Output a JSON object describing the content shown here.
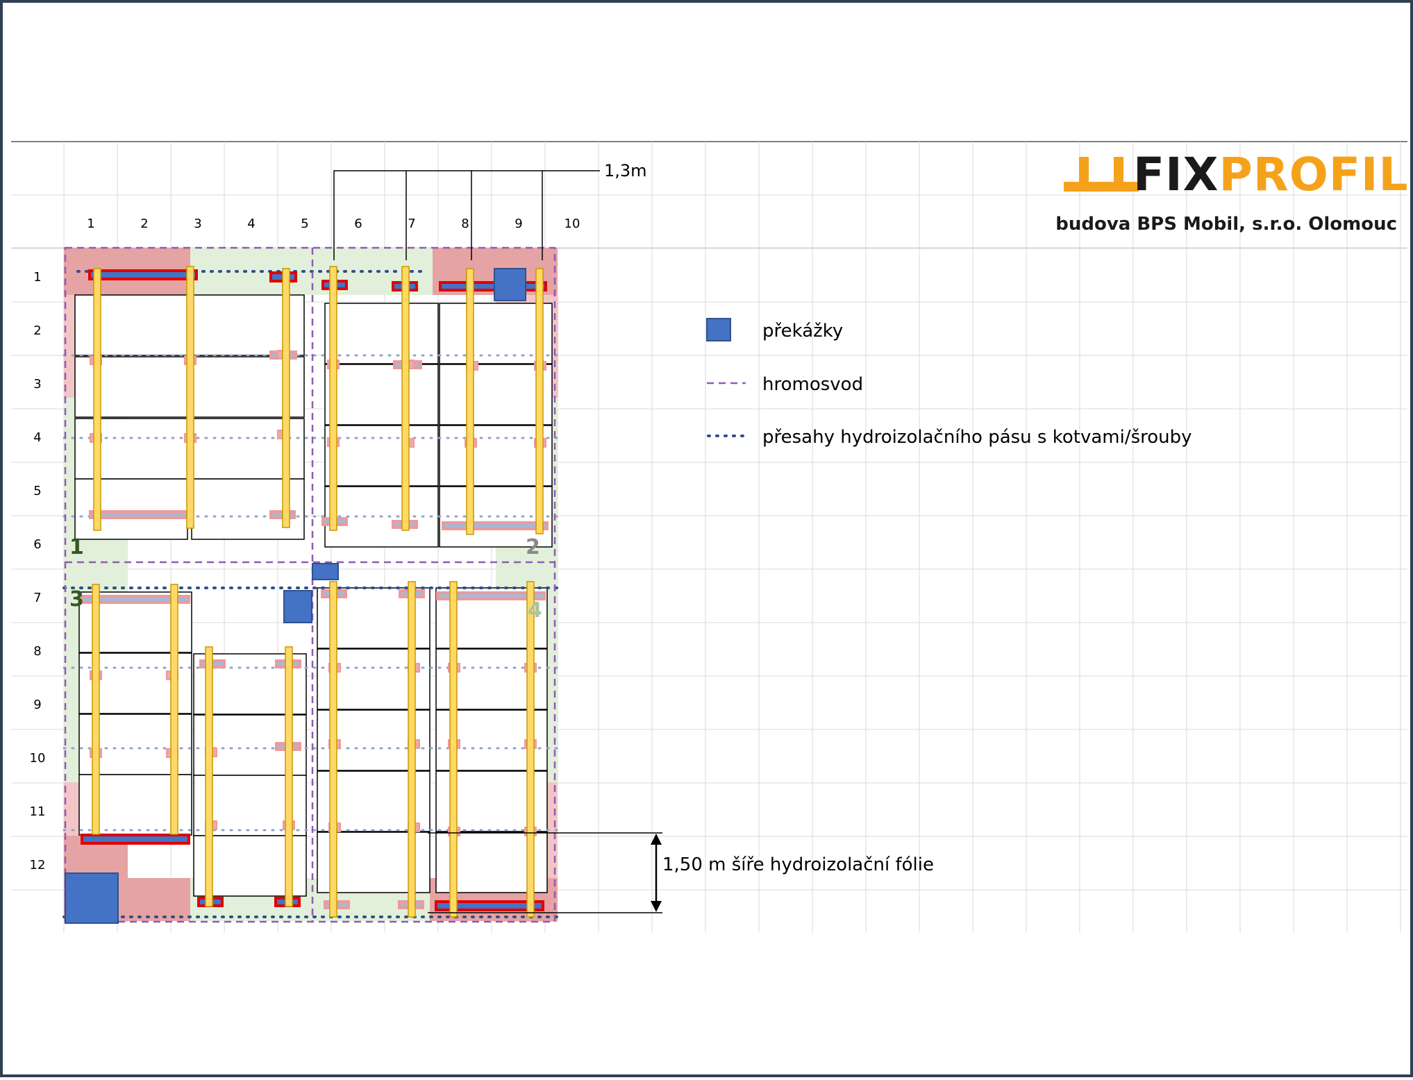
{
  "columns": [
    "1",
    "2",
    "3",
    "4",
    "5",
    "6",
    "7",
    "8",
    "9",
    "10"
  ],
  "rows": [
    "1",
    "2",
    "3",
    "4",
    "5",
    "6",
    "7",
    "8",
    "9",
    "10",
    "11",
    "12"
  ],
  "logo": {
    "part1": "FIX",
    "part2": "PROFIL",
    "color_dark": "#1a1a1a",
    "color_accent": "#f5a21b"
  },
  "building_label": "budova BPS Mobil, s.r.o. Olomouc",
  "dimension_top": "1,3m",
  "dimension_right": "1,50 m šíře hydroizolační fólie",
  "field_numbers": [
    "1",
    "2",
    "3",
    "4"
  ],
  "legend": [
    {
      "symbol": "blue-square",
      "label": "překážky"
    },
    {
      "symbol": "purple-dashed",
      "label": "hromosvod"
    },
    {
      "symbol": "navy-dotted",
      "label": "přesahy hydroizolačního pásu s kotvami/šrouby"
    }
  ],
  "colors": {
    "obstacle": "#4472c4",
    "lightning": "#8e5bb5",
    "overlap": "#2e4f8a",
    "red_zone": "#e8a0a0",
    "green_zone": "#e2efda",
    "batten": "#ffd966",
    "anchor": "#e88a8a"
  }
}
